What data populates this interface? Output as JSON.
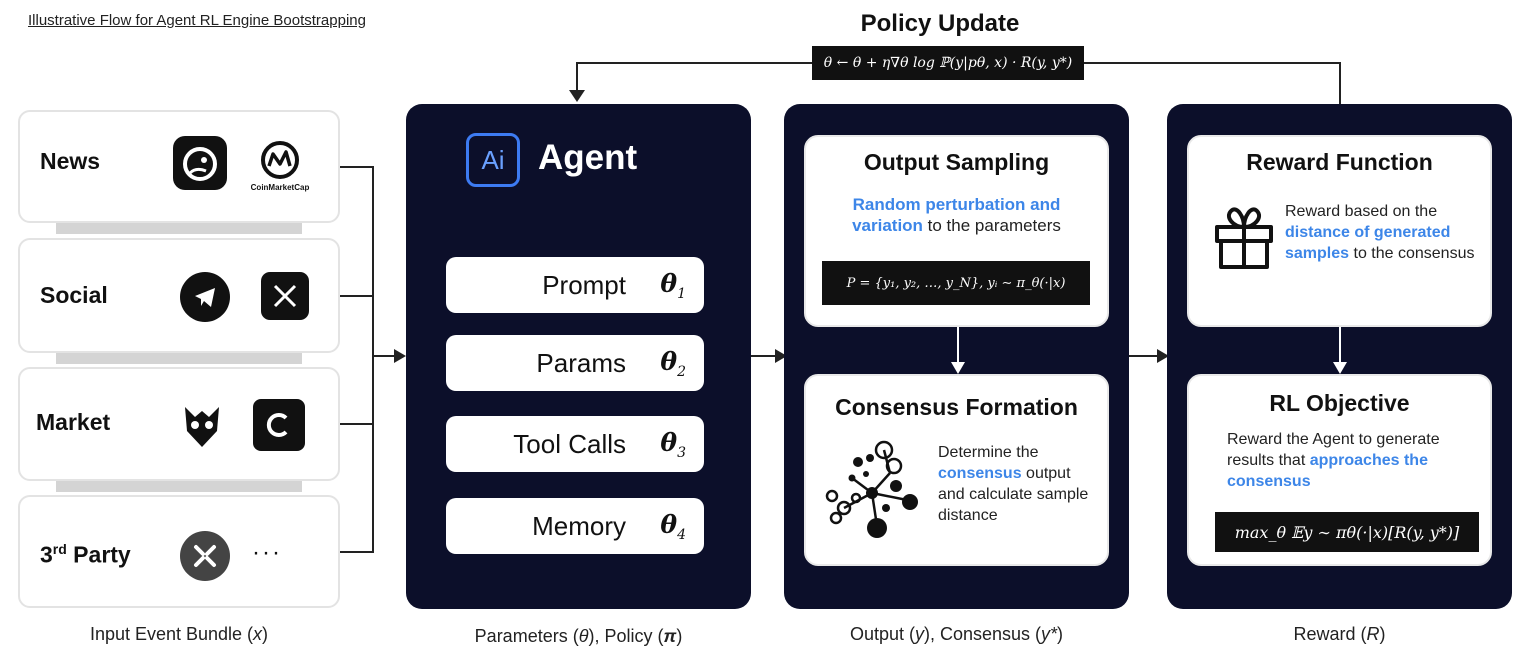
{
  "header_link": "Illustrative Flow for Agent RL Engine Bootstrapping",
  "policy_update": {
    "title": "Policy Update",
    "formula": "θ ← θ + η∇θ log ℙ(y|pθ, x) · R(y, y*)"
  },
  "sources": [
    {
      "label": "News",
      "icons": [
        "mole-app-icon",
        "coinmarketcap-logo"
      ],
      "icon_text": "CoinMarketCap"
    },
    {
      "label": "Social",
      "icons": [
        "telegram-icon",
        "x-icon"
      ]
    },
    {
      "label": "Market",
      "icons": [
        "owl-icon",
        "c-logo-icon"
      ]
    },
    {
      "label_main": "3",
      "label_sup": "rd",
      "label_rest": " Party",
      "icons": [
        "network-icon",
        "more-icon"
      ],
      "more_text": "···"
    }
  ],
  "agent": {
    "badge": "Ai",
    "title": "Agent",
    "params": [
      {
        "label": "Prompt",
        "theta": "θ",
        "sub": "1"
      },
      {
        "label": "Params",
        "theta": "θ",
        "sub": "2"
      },
      {
        "label": "Tool Calls",
        "theta": "θ",
        "sub": "3"
      },
      {
        "label": "Memory",
        "theta": "θ",
        "sub": "4"
      }
    ]
  },
  "output": {
    "sampling_title": "Output Sampling",
    "sampling_highlight": "Random perturbation and variation",
    "sampling_rest": " to the parameters",
    "sampling_formula": "P = {y₁, y₂, …, y_N},   yᵢ ∼ π_θ(·|x)",
    "consensus_title": "Consensus Formation",
    "consensus_pre": "Determine the ",
    "consensus_highlight": "consensus",
    "consensus_rest": " output and calculate sample distance"
  },
  "reward": {
    "function_title": "Reward Function",
    "function_pre": "Reward based on the ",
    "function_highlight": "distance of generated samples",
    "function_rest": " to the consensus",
    "objective_title": "RL Objective",
    "objective_pre": "Reward the Agent to generate results that ",
    "objective_highlight": "approaches the consensus",
    "objective_formula": "max_θ 𝔼y ∼ πθ(·|x)[R(y, y*)]"
  },
  "captions": {
    "input_pre": "Input Event Bundle (",
    "input_var": "x",
    "input_post": ")",
    "agent_pre": "Parameters (",
    "agent_var1": "θ",
    "agent_mid": "), Policy (",
    "agent_var2": "π",
    "agent_post": ")",
    "output_pre": "Output (",
    "output_var1": "y",
    "output_mid": "), Consensus (",
    "output_var2": "y*",
    "output_post": ")",
    "reward_pre": "Reward (",
    "reward_var": "R",
    "reward_post": ")"
  },
  "colors": {
    "panel": "#0c0f2a",
    "accent_blue": "#3d86e8",
    "connector_gray": "#d4d4d4"
  }
}
